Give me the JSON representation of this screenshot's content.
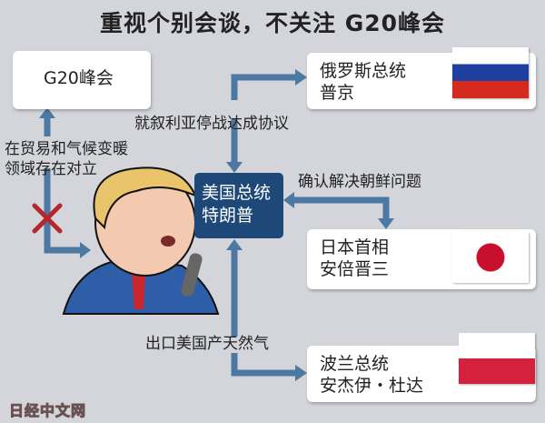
{
  "title": "重视个别会谈，不关注 G20峰会",
  "g20": {
    "label": "G20峰会"
  },
  "center": {
    "line1": "美国总统",
    "line2": "特朗普"
  },
  "russia": {
    "line1": "俄罗斯总统",
    "line2": "普京"
  },
  "japan": {
    "line1": "日本首相",
    "line2": "安倍晋三"
  },
  "poland": {
    "line1": "波兰总统",
    "line2": "安杰伊・杜达"
  },
  "labels": {
    "syria": "就叙利亚停战达成协议",
    "korea": "确认解决朝鲜问题",
    "gas": "出口美国产天然气",
    "conflict1": "在贸易和气候变暖",
    "conflict2": "领域存在对立"
  },
  "logo": "日经中文网",
  "colors": {
    "arrow": "#4c78a2",
    "center": "#1d4878",
    "cross": "#b3272d"
  }
}
